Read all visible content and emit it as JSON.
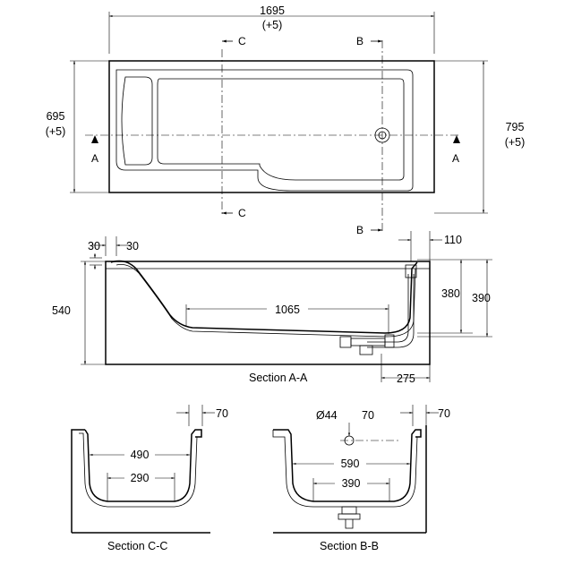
{
  "plan": {
    "length": "1695",
    "length_tol": "(+5)",
    "width_narrow": "695",
    "width_narrow_tol": "(+5)",
    "width_wide": "795",
    "width_wide_tol": "(+5)",
    "marker_a": "A",
    "marker_b": "B",
    "marker_c": "C"
  },
  "section_aa": {
    "title": "Section A-A",
    "rim_left_1": "30",
    "rim_left_2": "30",
    "height": "540",
    "depth_inner": "380",
    "depth_outer": "390",
    "floor_length": "1065",
    "rim_right": "110",
    "waste_offset": "275"
  },
  "section_cc": {
    "title": "Section C-C",
    "rim": "70",
    "top_width": "490",
    "bottom_width": "290"
  },
  "section_bb": {
    "title": "Section B-B",
    "overflow_dia": "Ø44",
    "overflow_offset": "70",
    "rim": "70",
    "top_width": "590",
    "bottom_width": "390"
  }
}
